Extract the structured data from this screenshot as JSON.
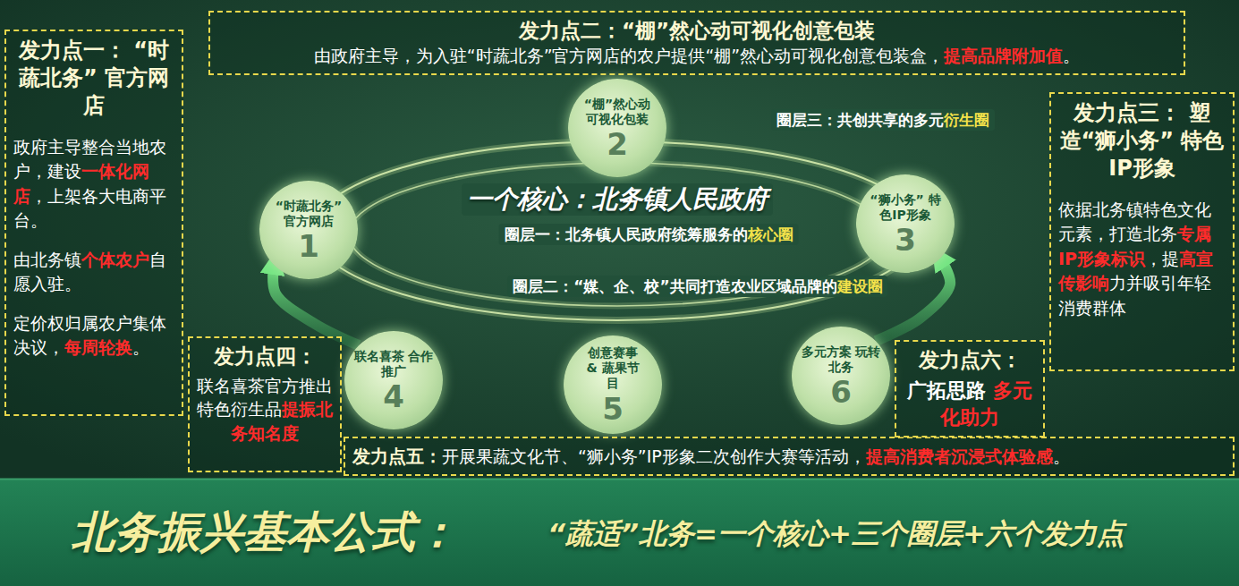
{
  "diagram": {
    "title": "北务振兴基本公式：",
    "caption": "“蔬适”北务=一个核心+三个圈层+六个发力点",
    "nodes": [
      {
        "text": [
          "发力点一： “时蔬北务” 官方网店",
          "政府主导整合当地农户，建设一体化网店，上架各大电商平台。",
          "由北务镇个体农户自愿入驻。",
          "定价权归属农户集体决议，每周轮换。"
        ]
      },
      {
        "text": [
          "发力点二：“棚”然心动可视化创意包装",
          "由政府主导，为入驻“时蔬北务”官方网店的农户提供“棚”然心动可视化创意包装盒，提高品牌附加值。"
        ]
      },
      {
        "text": [
          "发力点三： 塑造“狮小务” 特色IP形象",
          "依据北务镇特色文化元素，打造北务专属IP形象标识，提高宣传影响力并吸引年轻消费群体"
        ]
      },
      {
        "text": [
          "“时蔬北务” 官方网店",
          "1"
        ]
      },
      {
        "text": [
          "“棚”然心动 可视化包装",
          "2"
        ]
      },
      {
        "text": [
          "“狮小务” 特色IP形象",
          "3"
        ]
      },
      {
        "text": [
          "联名喜茶 合作推广",
          "4"
        ]
      },
      {
        "text": [
          "创意赛事 & 蔬果节目",
          "5"
        ]
      },
      {
        "text": [
          "多元方案 玩转北务",
          "6"
        ]
      },
      {
        "text": [
          "发力点四：",
          "联名喜茶官方推出特色衍生品提振北务知名度"
        ]
      },
      {
        "text": [
          "发力点五：",
          "开展果蔬文化节、“狮小务”IP形象二次创作大赛等活动，提高消费者沉浸式体验感。"
        ]
      },
      {
        "text": [
          "发力点六：",
          "广拓思路 多元化助力"
        ]
      }
    ],
    "edges": [
      {
        "from": 6,
        "to": 3,
        "arrow": "to"
      },
      {
        "from": 8,
        "to": 5,
        "arrow": "to"
      }
    ],
    "labels": [
      "圈层三：共创共享的多元衍生圈",
      "一个核心：北务镇人民政府",
      "圈层一：北务镇人民政府统筹服务的核心圈",
      "圈层二：“媒、企、校”共同打造农业区域品牌的建设圈"
    ]
  }
}
